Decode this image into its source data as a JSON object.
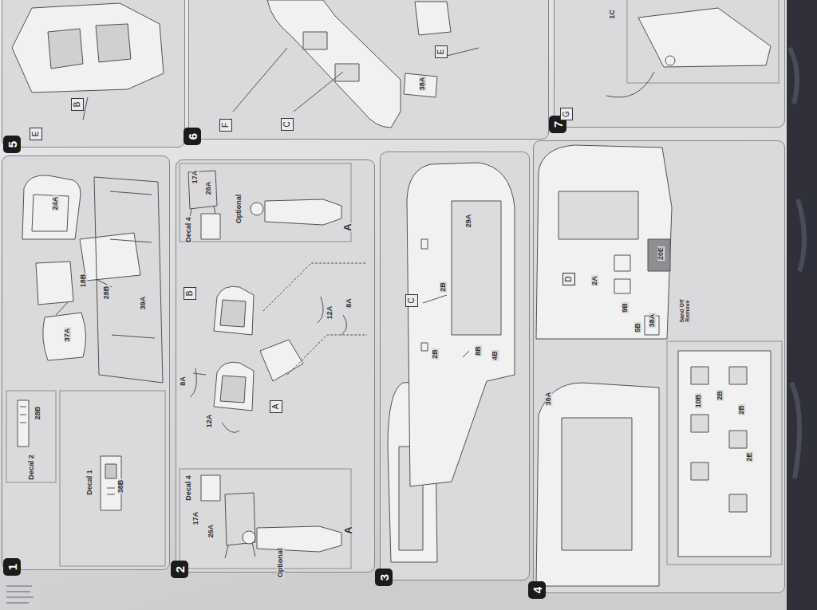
{
  "diagram": {
    "nodes": [
      {
        "text": [
          "1"
        ]
      },
      {
        "text": [
          "2"
        ]
      },
      {
        "text": [
          "B"
        ],
        "in": 1
      },
      {
        "text": [
          "A"
        ],
        "in": 1
      },
      {
        "text": [
          "3"
        ]
      },
      {
        "text": [
          "C"
        ],
        "in": 4
      },
      {
        "text": [
          "4"
        ]
      },
      {
        "text": [
          "D"
        ],
        "in": 6
      },
      {
        "text": [
          "5"
        ]
      },
      {
        "text": [
          "B"
        ],
        "in": 8
      },
      {
        "text": [
          "E"
        ],
        "in": 8
      },
      {
        "text": [
          "6"
        ]
      },
      {
        "text": [
          "C"
        ],
        "in": 11
      },
      {
        "text": [
          "F"
        ],
        "in": 11
      },
      {
        "text": [
          "E"
        ],
        "in": 11
      },
      {
        "text": [
          "7"
        ]
      },
      {
        "text": [
          "G"
        ],
        "in": 15
      }
    ],
    "labels": [
      "28B",
      "Decal 2",
      "Decal 1",
      "38B",
      "24A",
      "18B",
      "28B",
      "37A",
      "39A",
      "17A",
      "26A",
      "Decal 4",
      "Optional",
      "A",
      "8A",
      "12A",
      "12A",
      "8A",
      "17A",
      "26A",
      "Decal 4",
      "Optional",
      "A",
      "29A",
      "2B",
      "8B",
      "2B",
      "4B",
      "2A",
      "20E",
      "9B",
      "5B",
      "38A",
      "Sand Off Remove",
      "36A",
      "10B",
      "2B",
      "2B",
      "2E",
      "38A",
      "1C"
    ]
  }
}
